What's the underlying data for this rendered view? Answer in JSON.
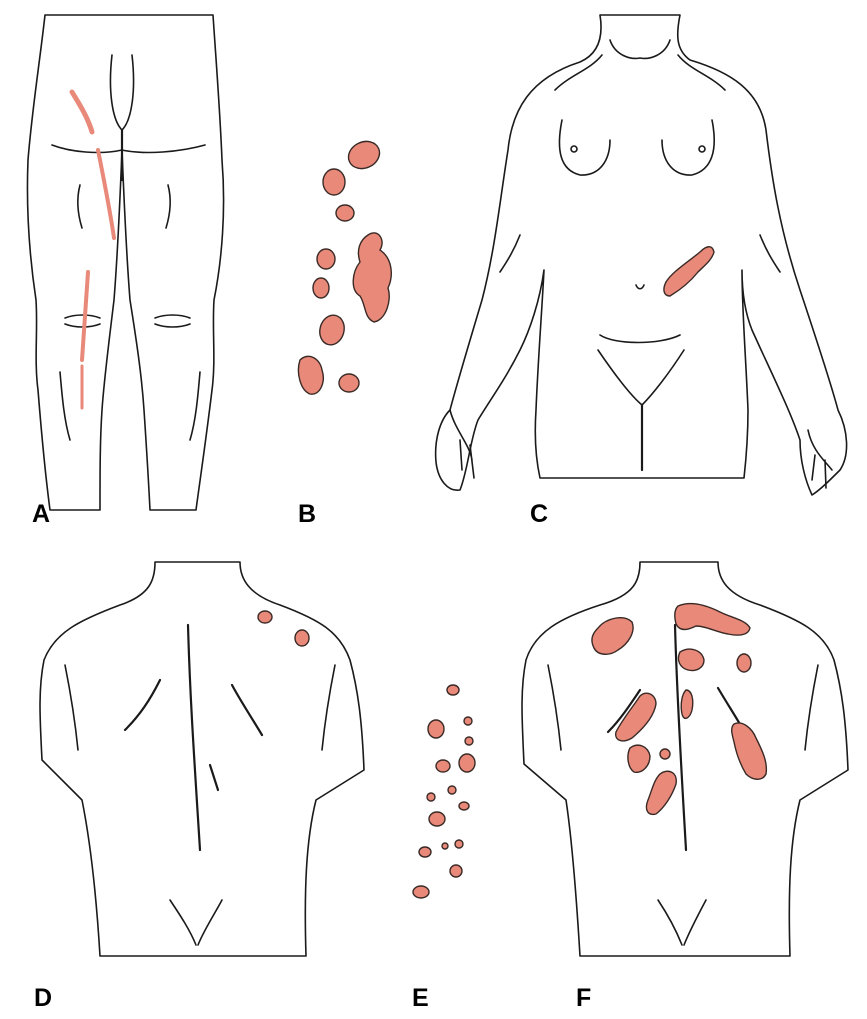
{
  "colors": {
    "skin_top": "#fdf6ee",
    "skin_bottom": "#e3c393",
    "lesion": "#e8897a",
    "lesion_edge": "#3a2a26",
    "outline": "#1a1a1a",
    "label": "#000000"
  },
  "panels": [
    {
      "id": "A",
      "label": "A"
    },
    {
      "id": "B",
      "label": "B"
    },
    {
      "id": "C",
      "label": "C"
    },
    {
      "id": "D",
      "label": "D"
    },
    {
      "id": "E",
      "label": "E"
    },
    {
      "id": "F",
      "label": "F"
    }
  ]
}
